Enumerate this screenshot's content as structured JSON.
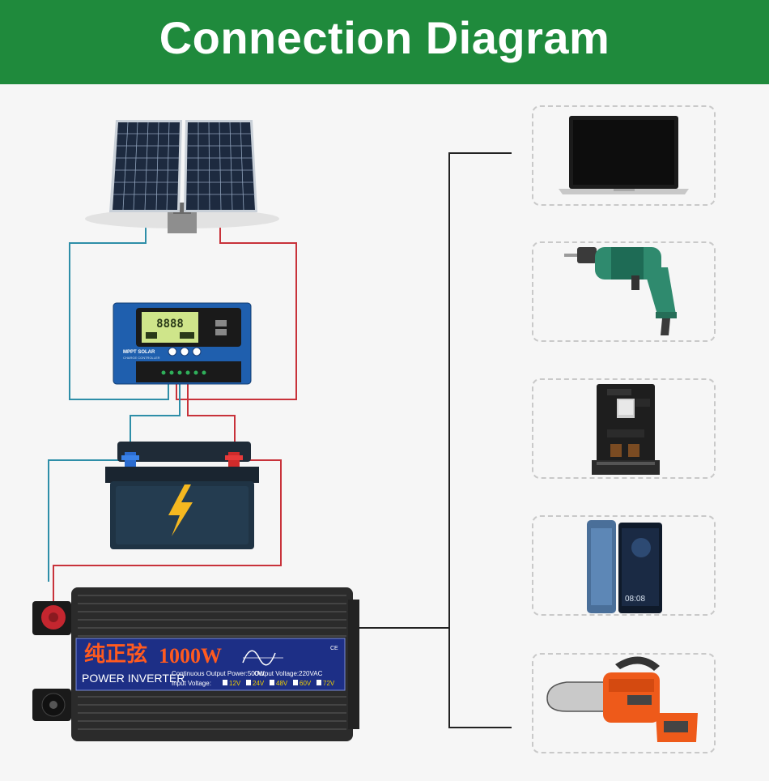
{
  "title": "Connection Diagram",
  "charge_controller": {
    "lcd_reading": "8888",
    "brand_line1": "MPPT SOLAR",
    "brand_line2": "CHARGE CONTROLLER"
  },
  "inverter": {
    "chinese_label": "纯正弦",
    "power_rating": "1000W",
    "label": "POWER INVERTER",
    "continuous_power": "Continuous Output Power:500W",
    "output_voltage": "Output Voltage:220VAC",
    "input_voltage_label": "Input Voltage:",
    "input_voltages": [
      "12V",
      "24V",
      "48V",
      "60V",
      "72V"
    ],
    "ce_mark": "CE"
  },
  "devices": [
    {
      "name": "laptop-icon"
    },
    {
      "name": "drill-icon"
    },
    {
      "name": "coffee-machine-icon"
    },
    {
      "name": "smartphone-icon",
      "screen_time": "08:08"
    },
    {
      "name": "chainsaw-icon"
    }
  ],
  "colors": {
    "header_green": "#1f8a3c",
    "wire_blue": "#2e8ea8",
    "wire_red": "#c8323a",
    "wire_black": "#222222"
  }
}
